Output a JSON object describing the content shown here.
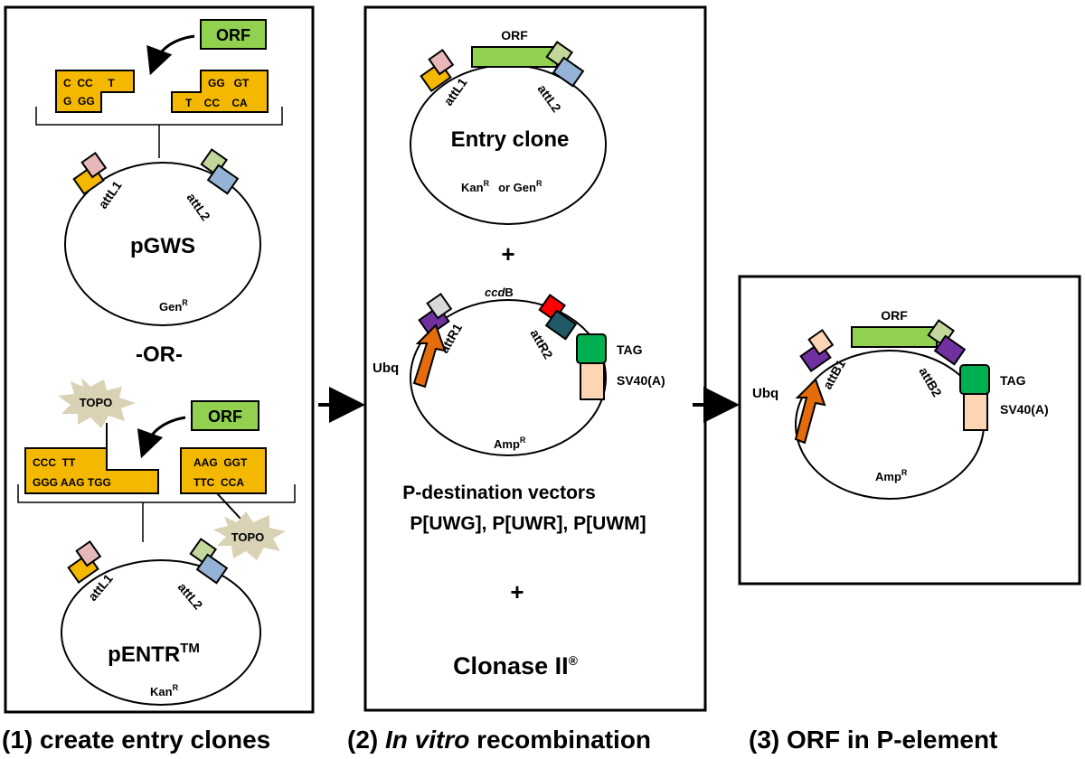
{
  "panels": {
    "p1": {
      "caption": "(1) create entry clones",
      "orf_label": "ORF",
      "top_insert": {
        "left_top": "C  CC     T",
        "left_bottom": "G  GG",
        "right_top": "GG   GT",
        "right_bottom": "T    CC    CA"
      },
      "vector1": {
        "name": "pGWS",
        "site1": "attL1",
        "site2": "attL2",
        "marker": "Gen",
        "marker_sup": "R"
      },
      "or_label": "-OR-",
      "topo_label_1": "TOPO",
      "topo_label_2": "TOPO",
      "orf_label_2": "ORF",
      "bottom_insert": {
        "left_top": "CCC  TT",
        "left_bottom": "GGG AAG TGG",
        "right_top": "AAG  GGT",
        "right_bottom": "TTC  CCA"
      },
      "vector2": {
        "name": "pENTR",
        "name_sup": "TM",
        "site1": "attL1",
        "site2": "attL2",
        "marker": "Kan",
        "marker_sup": "R"
      }
    },
    "p2": {
      "caption_italic": "In vitro",
      "caption_prefix": "(2) ",
      "caption_suffix": " recombination",
      "entry": {
        "orf": "ORF",
        "site1": "attL1",
        "site2": "attL2",
        "name": "Entry clone",
        "marker_a": "Kan",
        "marker_b": "or Gen",
        "sup": "R"
      },
      "plus1": "+",
      "dest": {
        "ccd_italic": "ccd",
        "ccd_rest": "B",
        "site1": "attR1",
        "site2": "attR2",
        "ubq": "Ubq",
        "tag": "TAG",
        "sv40": "SV40(A)",
        "marker": "Amp",
        "sup": "R"
      },
      "dest_title": "P-destination vectors",
      "dest_list": "P[UWG], P[UWR], P[UWM]",
      "plus2": "+",
      "clonase": "Clonase II",
      "clonase_sup": "®"
    },
    "p3": {
      "caption": "(3) ORF in P-element",
      "orf": "ORF",
      "site1": "attB1",
      "site2": "attB2",
      "ubq": "Ubq",
      "tag": "TAG",
      "sv40": "SV40(A)",
      "marker": "Amp",
      "sup": "R"
    }
  },
  "colors": {
    "orange": "#F5B800",
    "green": "#92D050",
    "pink": "#E6B9B8",
    "lightgreen": "#C3D69B",
    "blue": "#95B3D7",
    "purple": "#7030A0",
    "darkred": "#FF0000",
    "teal": "#215967",
    "emerald": "#00B050",
    "peach": "#FCD5B4",
    "arrowOrange": "#E46C0A",
    "topo": "#D9D2B4"
  }
}
